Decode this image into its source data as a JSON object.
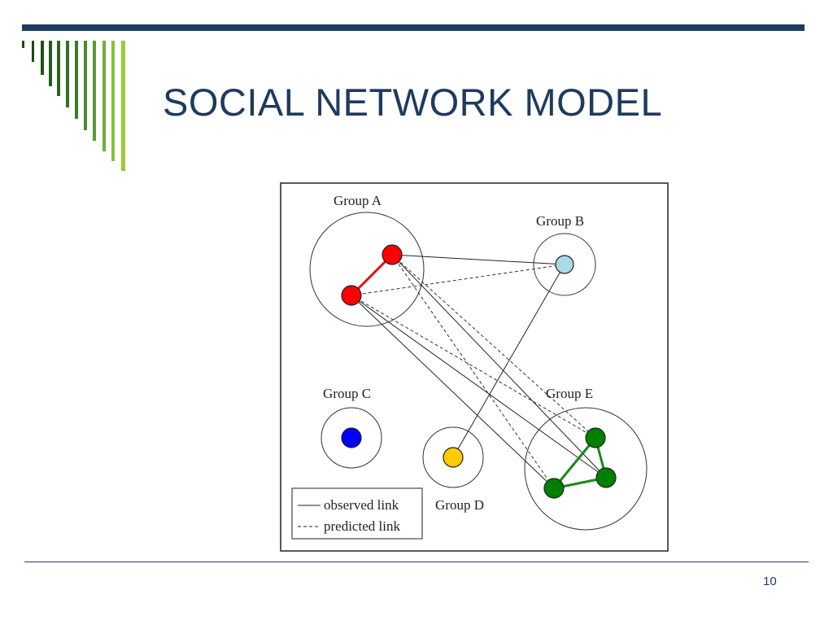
{
  "slide": {
    "title": "SOCIAL NETWORK MODEL",
    "page_number": "10",
    "colors": {
      "title": "#1f3a5f",
      "rule": "#1f3a5f",
      "accent_dark": "#1a4a12",
      "accent_light": "#9acd32"
    }
  },
  "diagram": {
    "groups": [
      {
        "id": "A",
        "label": "Group A"
      },
      {
        "id": "B",
        "label": "Group B"
      },
      {
        "id": "C",
        "label": "Group C"
      },
      {
        "id": "D",
        "label": "Group D"
      },
      {
        "id": "E",
        "label": "Group E"
      }
    ],
    "node_colors": {
      "A": "#ff0000",
      "B": "#add8e6",
      "C": "#0000ff",
      "D": "#ffcc00",
      "E": "#008000"
    },
    "legend": {
      "observed": "observed link",
      "predicted": "predicted link"
    }
  }
}
